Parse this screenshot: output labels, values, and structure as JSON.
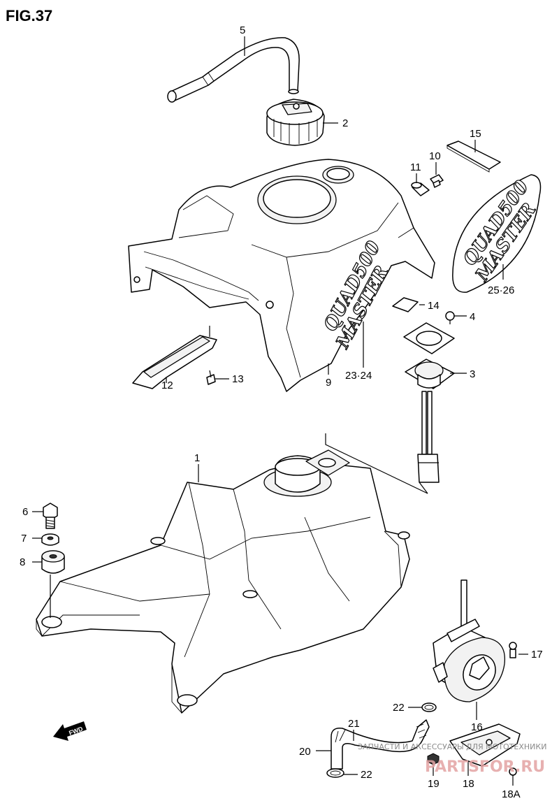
{
  "figure": {
    "title": "FIG.37"
  },
  "callouts": {
    "c1": "1",
    "c2": "2",
    "c3": "3",
    "c4": "4",
    "c5": "5",
    "c6": "6",
    "c7": "7",
    "c8": "8",
    "c9": "9",
    "c10": "10",
    "c11": "11",
    "c12": "12",
    "c13": "13",
    "c14": "14",
    "c15": "15",
    "c16": "16",
    "c17": "17",
    "c18": "18",
    "c18a": "18A",
    "c19": "19",
    "c20": "20",
    "c21": "21",
    "c22a": "22",
    "c22b": "22",
    "c23_24": "23·24",
    "c25_26": "25·26"
  },
  "decals": {
    "line1": "QUAD500",
    "line2": "MASTER"
  },
  "direction": {
    "label": "FWD"
  },
  "watermark": {
    "caption": "ЗАПЧАСТИ И АКСЕССУАРЫ ДЛЯ МОТОТЕХНИКИ",
    "brand": "PARTSFOR.RU"
  },
  "colors": {
    "ink": "#000000",
    "paper": "#ffffff",
    "watermark": "#e3a3a3"
  }
}
